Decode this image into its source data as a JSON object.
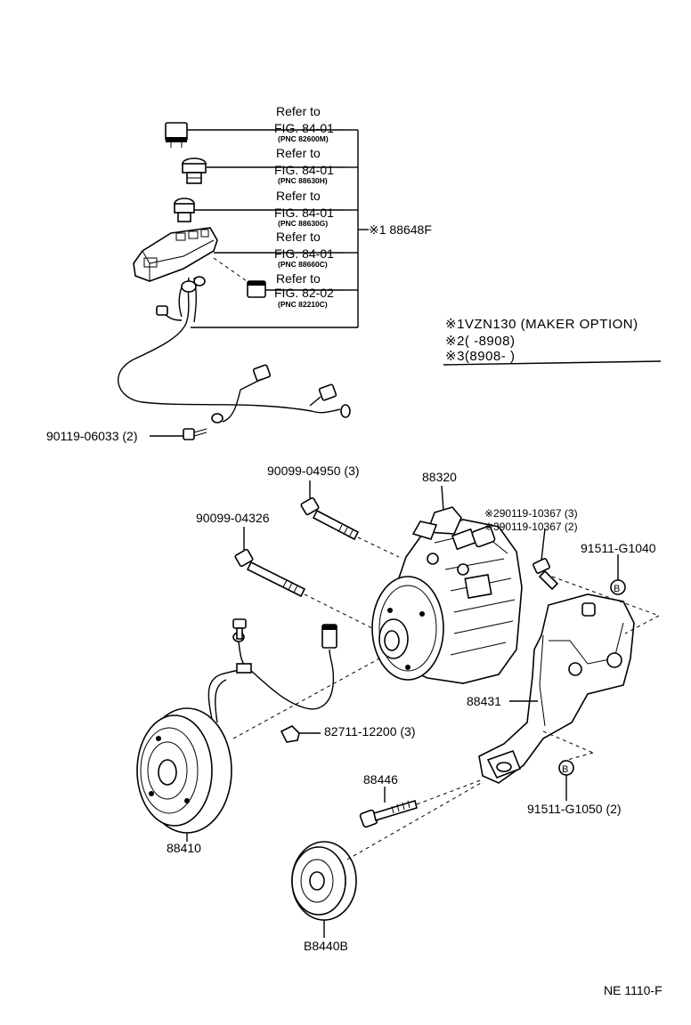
{
  "refer_labels": [
    {
      "refer": "Refer to",
      "fig": "FIG. 84-01",
      "pnc": "(PNC 82600M)"
    },
    {
      "refer": "Refer to",
      "fig": "FIG. 84-01",
      "pnc": "(PNC 88630H)"
    },
    {
      "refer": "Refer to",
      "fig": "FIG. 84-01",
      "pnc": "(PNC 88630G)"
    },
    {
      "refer": "Refer to",
      "fig": "FIG. 84-01",
      "pnc": "(PNC 88660C)"
    },
    {
      "refer": "Refer to",
      "fig": "FIG. 82-02",
      "pnc": "(PNC 82210C)"
    }
  ],
  "group_label": "※1 88648F",
  "notes": [
    "※1VZN130 (MAKER  OPTION)",
    "※2(       -8908)",
    "※3(8908-        )"
  ],
  "parts": {
    "p90119_06033": "90119-06033 (2)",
    "p90099_04950": "90099-04950 (3)",
    "p88320": "88320",
    "p90119_10367_a": "※290119-10367 (3)",
    "p90119_10367_b": "※390119-10367 (2)",
    "p90099_04326": "90099-04326",
    "p91511_G1040": "91511-G1040",
    "p88431": "88431",
    "p82711_12200": "82711-12200 (3)",
    "p88446": "88446",
    "p91511_G1050": "91511-G1050 (2)",
    "p88410": "88410",
    "p88440B": "B8440B"
  },
  "marker_b": "B",
  "footer": "NE 1110-F"
}
